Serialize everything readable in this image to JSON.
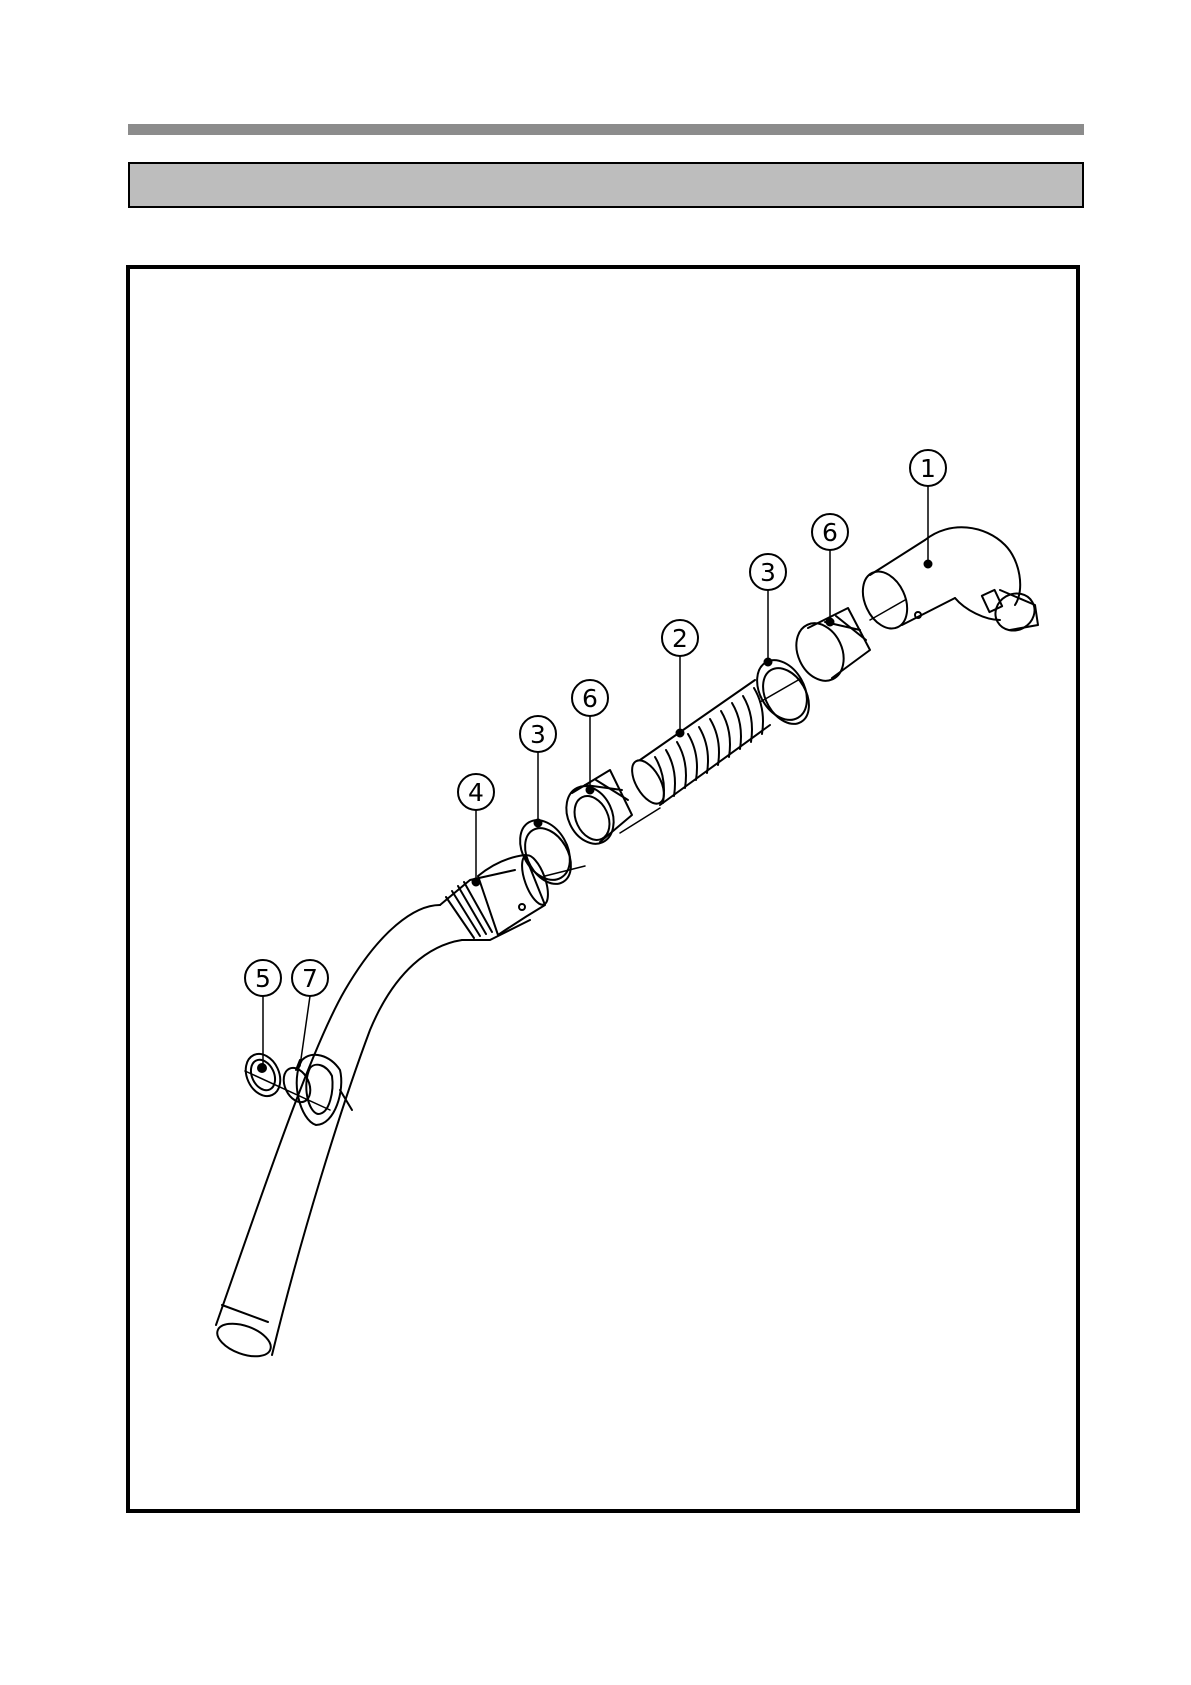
{
  "callouts": [
    {
      "id": "c1",
      "label": "1"
    },
    {
      "id": "c6b",
      "label": "6"
    },
    {
      "id": "c3b",
      "label": "3"
    },
    {
      "id": "c2",
      "label": "2"
    },
    {
      "id": "c6a",
      "label": "6"
    },
    {
      "id": "c3a",
      "label": "3"
    },
    {
      "id": "c4",
      "label": "4"
    },
    {
      "id": "c5",
      "label": "5"
    },
    {
      "id": "c7",
      "label": "7"
    }
  ]
}
